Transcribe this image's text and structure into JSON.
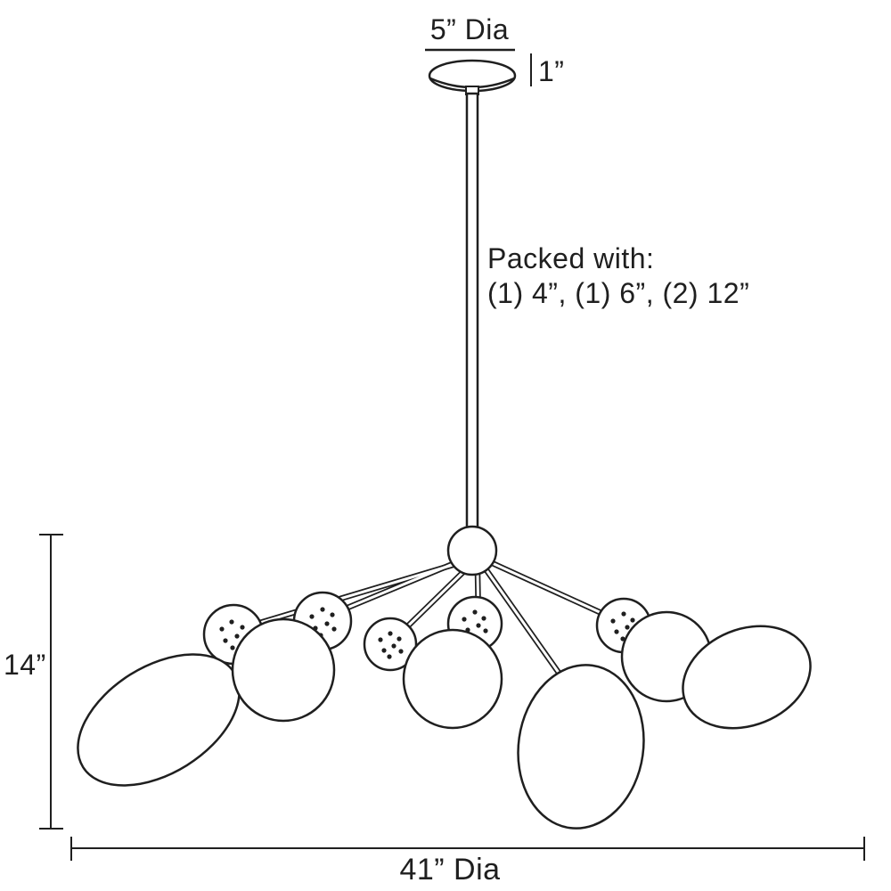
{
  "diagram": {
    "type": "product-dimension-drawing",
    "subject": "chandelier line drawing with sputnik arms and glass globes",
    "colors": {
      "line": "#1f1f1f",
      "background": "#ffffff"
    },
    "labels": {
      "canopy_diameter": "5” Dia",
      "canopy_height": "1”",
      "packed_with_title": "Packed with:",
      "packed_with_detail": "(1) 4”, (1) 6”, (2) 12”",
      "fixture_height": "14”",
      "fixture_diameter": "41” Dia"
    }
  }
}
